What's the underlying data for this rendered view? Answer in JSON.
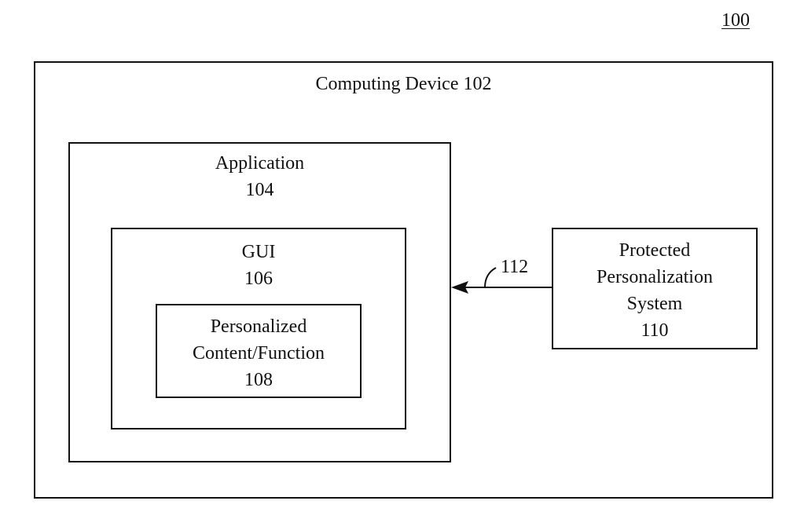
{
  "figure": {
    "number": "100"
  },
  "computing_device": {
    "title": "Computing Device 102"
  },
  "application": {
    "name": "Application",
    "ref": "104"
  },
  "gui": {
    "name": "GUI",
    "ref": "106"
  },
  "personalized": {
    "line1": "Personalized",
    "line2": "Content/Function",
    "ref": "108"
  },
  "protected_system": {
    "line1": "Protected",
    "line2": "Personalization",
    "line3": "System",
    "ref": "110"
  },
  "connection": {
    "ref": "112",
    "from": "Protected Personalization System 110",
    "to": "Application 104",
    "direction": "right-to-left"
  }
}
